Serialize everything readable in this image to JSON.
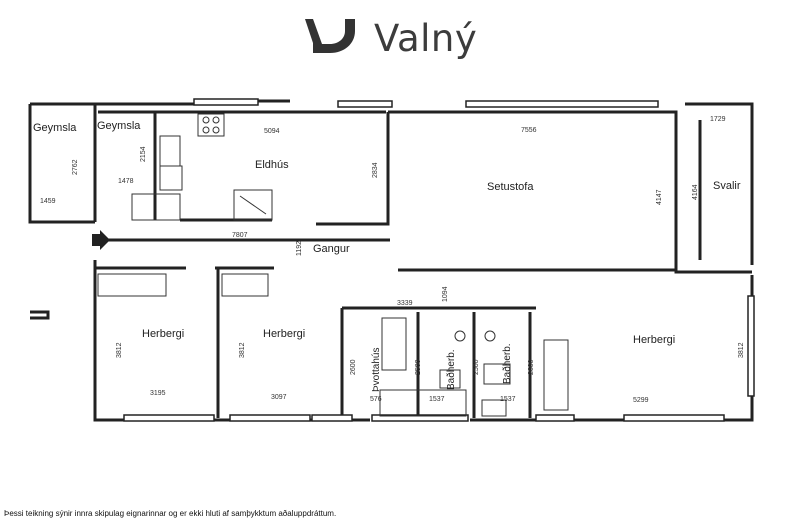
{
  "brand": {
    "name": "Valný",
    "logo_icon": "valny-mark-icon"
  },
  "rooms": {
    "geymsla_1": "Geymsla",
    "geymsla_2": "Geymsla",
    "eldhus": "Eldhús",
    "setustofa": "Setustofa",
    "svalir": "Svalir",
    "gangur": "Gangur",
    "herbergi_1": "Herbergi",
    "herbergi_2": "Herbergi",
    "herbergi_3": "Herbergi",
    "thvottahus": "Þvottahús",
    "badherb_1": "Baðherb.",
    "badherb_2": "Baðherb."
  },
  "dimensions": {
    "d5094": "5094",
    "d7556": "7556",
    "d1729": "1729",
    "d2762": "2762",
    "d2154": "2154",
    "d1478": "1478",
    "d1459": "1459",
    "d2834": "2834",
    "d4147": "4147",
    "d4164": "4164",
    "d7807": "7807",
    "d1192": "1192",
    "d3339": "3339",
    "d1094": "1094",
    "d3812a": "3812",
    "d3812b": "3812",
    "d3812c": "3812",
    "d2600a": "2600",
    "d2500a": "2500",
    "d2500b": "2500",
    "d2600b": "2600",
    "d3195": "3195",
    "d3097": "3097",
    "d576": "576",
    "d1537a": "1537",
    "d1537b": "1537",
    "d5299": "5299"
  },
  "footer": {
    "note": "Þessi teikning sýnir innra skipulag eignarinnar og er ekki hluti af samþykktum aðaluppdráttum."
  },
  "colors": {
    "wall": "#222222",
    "text": "#222222",
    "logo": "#3c3c3c"
  }
}
